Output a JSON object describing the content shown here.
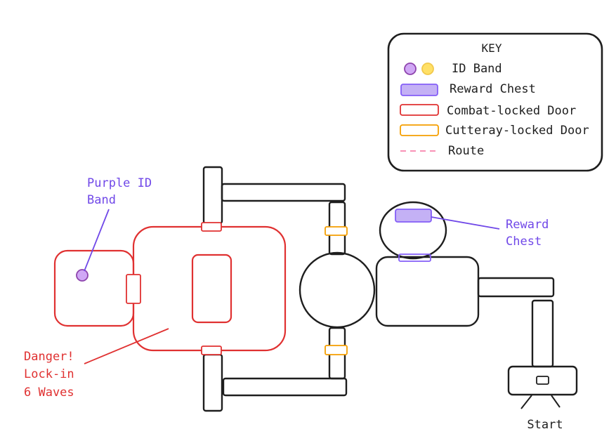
{
  "colors": {
    "ink": "#1e1e1e",
    "combat_red": "#e03131",
    "cutteray_orange": "#f59f00",
    "reward_purple": "#a374eb",
    "reward_fill": "#c4b1f5",
    "route_pink": "#f783ac",
    "id_yellow": "#ffe066",
    "annotation_purple": "#7048e8",
    "annotation_red": "#e03131"
  },
  "key": {
    "title": "KEY",
    "items": [
      {
        "label": "ID Band",
        "icon": "id-band-circles"
      },
      {
        "label": "Reward Chest",
        "icon": "purple-chest-rect"
      },
      {
        "label": "Combat-locked Door",
        "icon": "red-door-rect"
      },
      {
        "label": "Cutteray-locked Door",
        "icon": "orange-door-rect"
      },
      {
        "label": "Route",
        "icon": "pink-dashed-line"
      }
    ]
  },
  "annotations": {
    "purple_id_line1": "Purple ID",
    "purple_id_line2": "Band",
    "reward_line1": "Reward",
    "reward_line2": "Chest",
    "danger_line1": "Danger!",
    "danger_line2": "Lock-in",
    "danger_line3": "6 Waves",
    "start": "Start"
  }
}
